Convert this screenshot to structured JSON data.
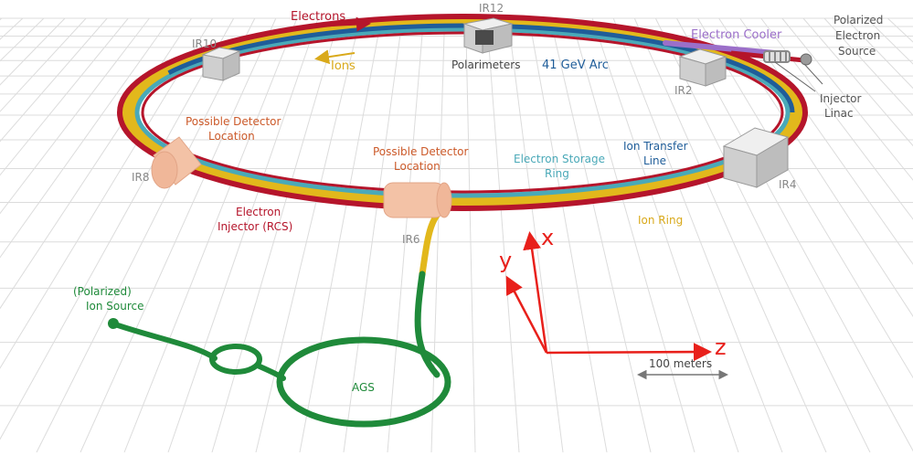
{
  "colors": {
    "electron_ring": "#b5152b",
    "ion_ring": "#e2b81c",
    "storage_ring": "#4aa9b8",
    "transfer_line": "#1f5d99",
    "ags": "#1f8a3a",
    "cooler": "#9b6fc9",
    "axes": "#e8201b",
    "detector": "#f3c2a6",
    "grid": "#d9d9d9",
    "ir_box": "#d6d6d6",
    "text_dark": "#555555"
  },
  "labels": {
    "electrons": "Electrons",
    "ions": "Ions",
    "ir12": "IR12",
    "polarimeters": "Polarimeters",
    "arc": "41 GeV Arc",
    "electron_cooler": "Electron Cooler",
    "polarized_electron_source": [
      "Polarized",
      "Electron",
      "Source"
    ],
    "ir10": "IR10",
    "ir2": "IR2",
    "injector_linac": [
      "Injector",
      "Linac"
    ],
    "possible_detector_left": [
      "Possible Detector",
      "Location"
    ],
    "ir8": "IR8",
    "possible_detector_mid": [
      "Possible Detector",
      "Location"
    ],
    "electron_storage_ring": [
      "Electron Storage",
      "Ring"
    ],
    "ion_transfer_line": [
      "Ion Transfer",
      "Line"
    ],
    "ir4": "IR4",
    "electron_injector": [
      "Electron",
      "Injector (RCS)"
    ],
    "ir6": "IR6",
    "ion_ring": "Ion Ring",
    "polarized_ion_source": [
      "(Polarized)",
      "Ion Source"
    ],
    "ags": "AGS",
    "axis_x": "x",
    "axis_y": "y",
    "axis_z": "z",
    "scale": "100 meters"
  }
}
